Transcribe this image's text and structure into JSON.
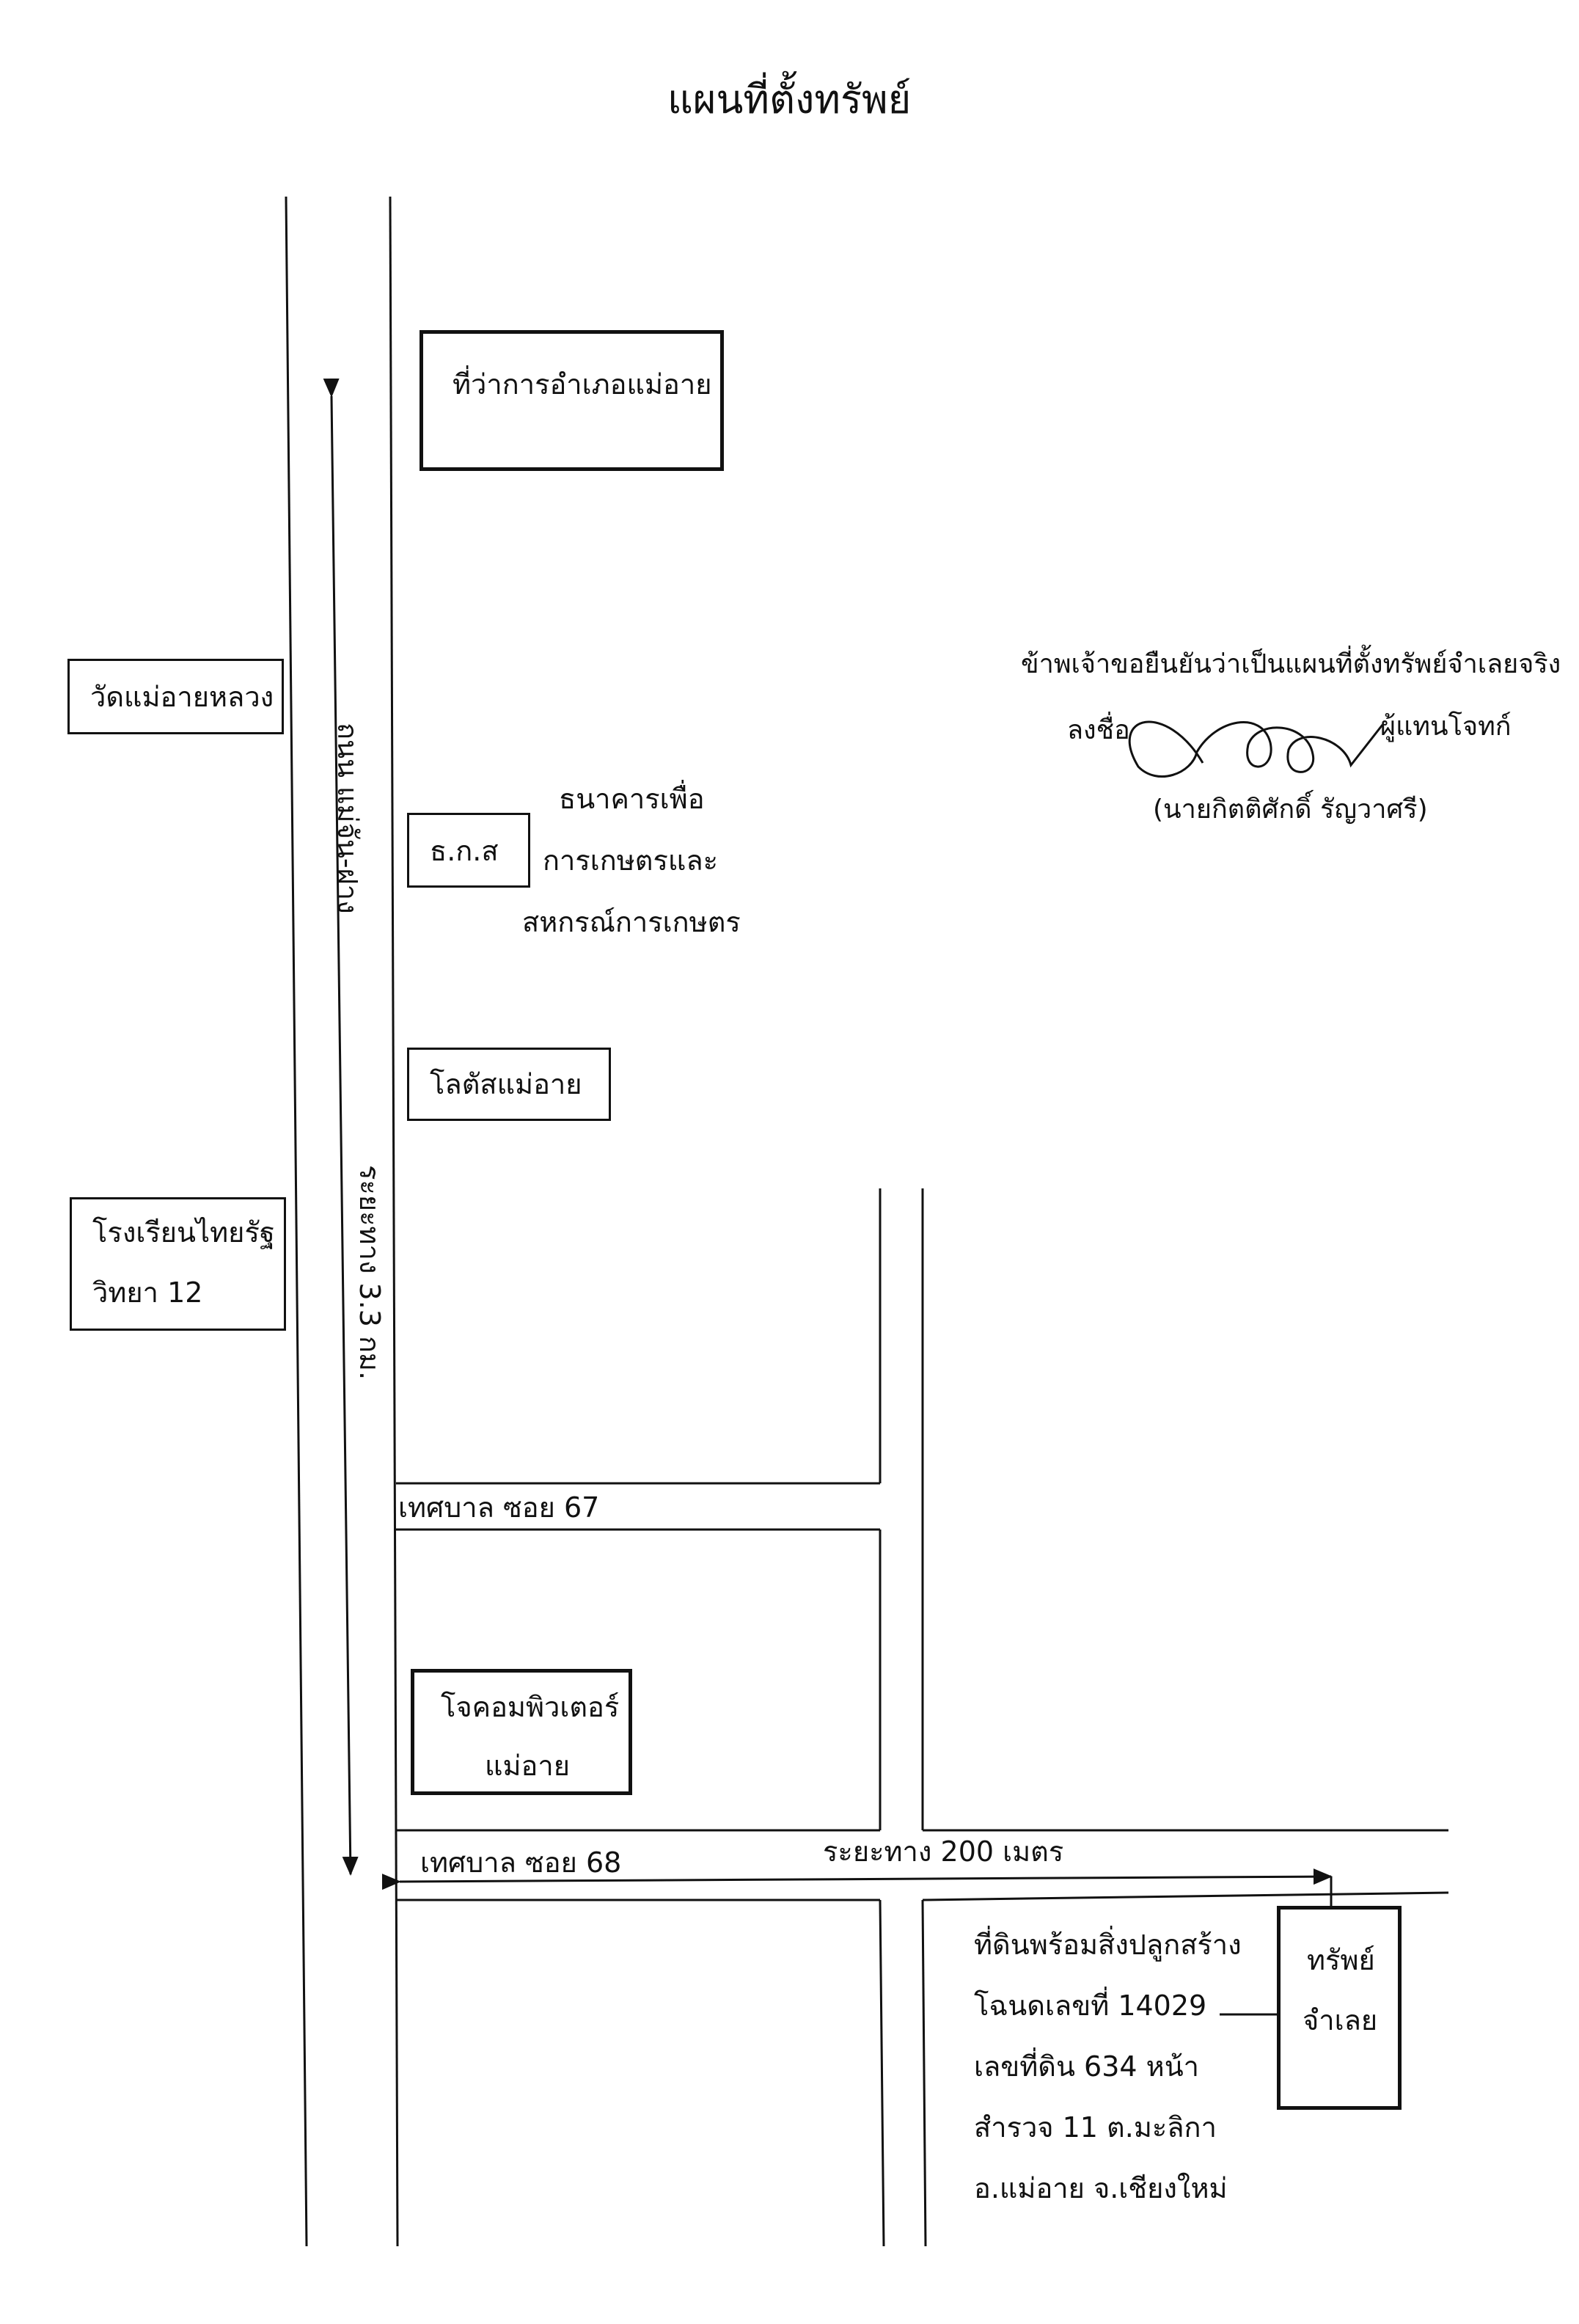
{
  "map": {
    "title": "แผนที่ตั้งทรัพย์",
    "road_main": "ถนน แม่จัน-ฝาง",
    "distance_main": "ระยะทาง 3.3 กม.",
    "soi_67": "เทศบาล ซอย 67",
    "soi_68": "เทศบาล ซอย 68",
    "distance_200": "ระยะทาง 200 เมตร",
    "landmarks": {
      "district_office": "ที่ว่าการอำเภอแม่อาย",
      "temple": "วัดแม่อายหลวง",
      "baac_abbr": "ธ.ก.ส",
      "baac_full": [
        "ธนาคารเพื่อ",
        "การเกษตรและ",
        "สหกรณ์การเกษตร"
      ],
      "lotus": "โลตัสแม่อาย",
      "school": [
        "โรงเรียนไทยรัฐ",
        "วิทยา 12"
      ],
      "computer_shop": [
        "โจคอมพิวเตอร์",
        "แม่อาย"
      ],
      "property": [
        "ทรัพย์",
        "จำเลย"
      ]
    },
    "property_details": [
      "ที่ดินพร้อมสิ่งปลูกสร้าง",
      "โฉนดเลขที่ 14029",
      "เลขที่ดิน 634 หน้า",
      "สำรวจ 11 ต.มะลิกา",
      "อ.แม่อาย จ.เชียงใหม่"
    ],
    "certification": {
      "statement": "ข้าพเจ้าขอยืนยันว่าเป็นแผนที่ตั้งทรัพย์จำเลยจริง",
      "sign_label": "ลงชื่อ",
      "role": "ผู้แทนโจทก์",
      "name": "(นายกิตติศักดิ์ รัญวาศรี)"
    }
  }
}
